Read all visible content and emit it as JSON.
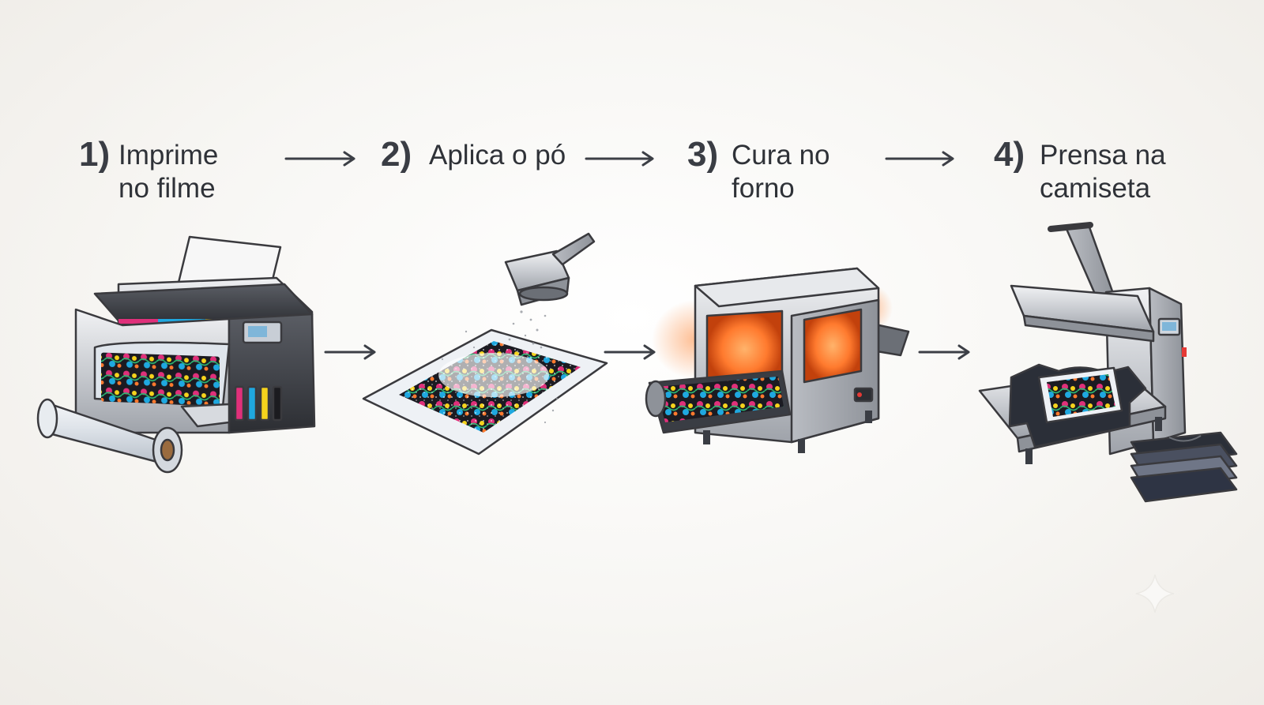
{
  "steps": [
    {
      "number": "1)",
      "line1": "Imprime",
      "line2": "no filme",
      "illustration": "printer-icon"
    },
    {
      "number": "2)",
      "line1": "Aplica o pó",
      "line2": "",
      "illustration": "powder-applicator-icon"
    },
    {
      "number": "3)",
      "line1": "Cura no",
      "line2": "forno",
      "illustration": "oven-icon"
    },
    {
      "number": "4)",
      "line1": "Prensa na",
      "line2": "camiseta",
      "illustration": "heat-press-icon"
    }
  ],
  "colors": {
    "text": "#2f3238",
    "arrow": "#3c3f46",
    "oven_glow": "#ff7a2e",
    "cyan_ink": "#1fa8e0",
    "magenta_ink": "#e0307a",
    "yellow_ink": "#f5d31c",
    "black_ink": "#1b1b1f",
    "shirt": "#2b2f38"
  }
}
